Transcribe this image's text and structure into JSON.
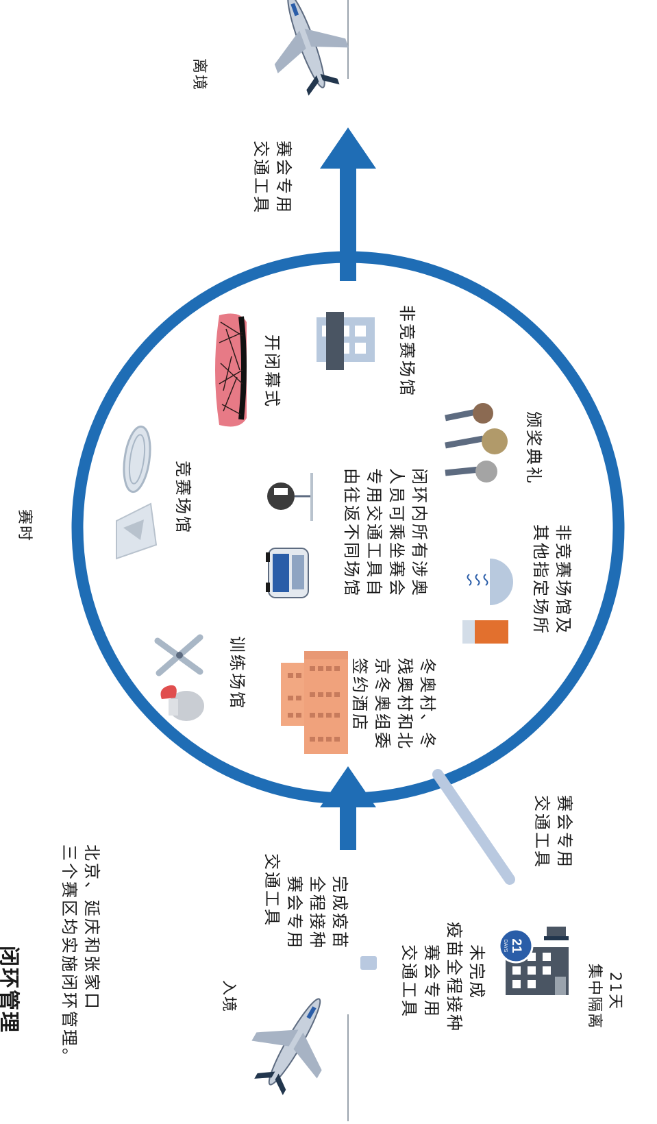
{
  "title": "闭环管理",
  "intro": [
    "北京、延庆和张家口",
    "三个赛区均实施闭环管理。"
  ],
  "sections": {
    "entry": "入境",
    "during": "赛时",
    "exit": "离境"
  },
  "entry_paths": {
    "vaccinated": [
      "完成疫苗",
      "全程接种",
      "赛会专用",
      "交通工具"
    ],
    "unvaccinated": [
      "未完成",
      "疫苗全程接种",
      "赛会专用",
      "交通工具"
    ],
    "quarantine_days": "21天",
    "quarantine_label": "集中隔离",
    "badge_number": "21",
    "badge_unit": "DAYS",
    "after_quarantine": [
      "赛会专用",
      "交通工具"
    ]
  },
  "exit_path": [
    "赛会专用",
    "交通工具"
  ],
  "loop_items": {
    "hotels": [
      "冬奥村、冬",
      "残奥村和北",
      "京冬奥组委",
      "签约酒店"
    ],
    "training": "训练场馆",
    "competition": "竞赛场馆",
    "transport": [
      "闭环内所有涉奥",
      "人员可乘坐赛会",
      "专用交通工具自",
      "由往返不同场馆"
    ],
    "ceremony": "开闭幕式",
    "non_competition": "非竞赛场馆",
    "medals": "颁奖典礼",
    "dining": [
      "非竞赛场馆及",
      "其他指定场所"
    ]
  },
  "colors": {
    "loop": "#1f6db5",
    "light_path": "#b9c9e0",
    "hotel": "#f0a27c",
    "text": "#1a1a1a"
  }
}
